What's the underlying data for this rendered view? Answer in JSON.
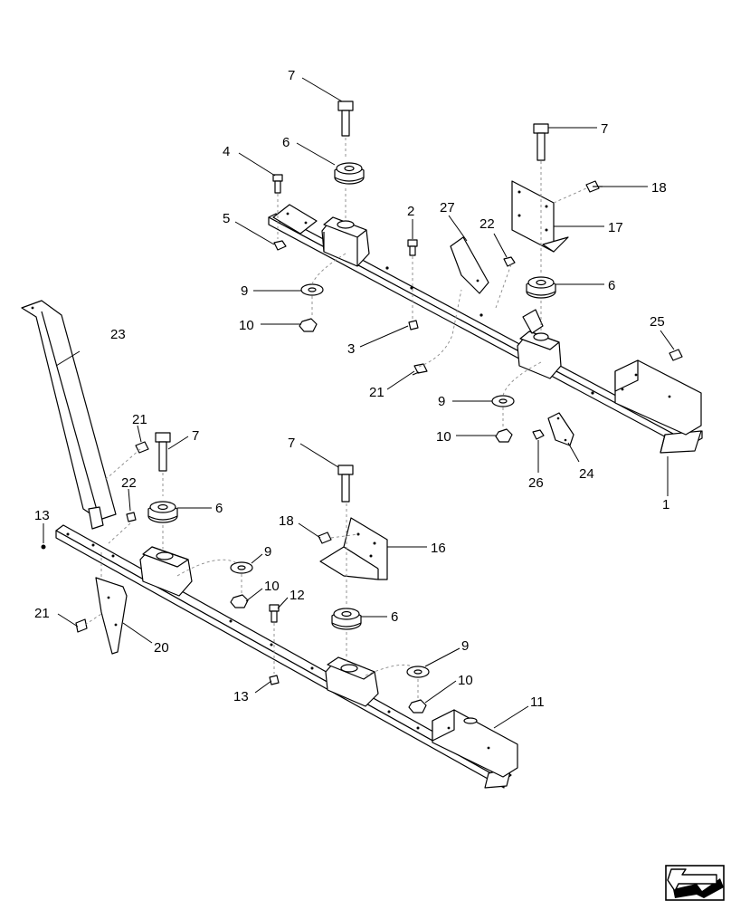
{
  "callouts": {
    "c1": "1",
    "c2": "2",
    "c3": "3",
    "c4": "4",
    "c5": "5",
    "c6a": "6",
    "c6b": "6",
    "c6c": "6",
    "c6d": "6",
    "c7a": "7",
    "c7b": "7",
    "c7c": "7",
    "c7d": "7",
    "c9a": "9",
    "c9b": "9",
    "c9c": "9",
    "c9d": "9",
    "c10a": "10",
    "c10b": "10",
    "c10c": "10",
    "c10d": "10",
    "c11": "11",
    "c12": "12",
    "c13a": "13",
    "c13b": "13",
    "c16": "16",
    "c17": "17",
    "c18a": "18",
    "c18b": "18",
    "c20": "20",
    "c21a": "21",
    "c21b": "21",
    "c21c": "21",
    "c22a": "22",
    "c22b": "22",
    "c23": "23",
    "c24": "24",
    "c25": "25",
    "c26": "26",
    "c27": "27"
  },
  "navigation": {
    "icon": "page-navigation-arrow-icon"
  }
}
